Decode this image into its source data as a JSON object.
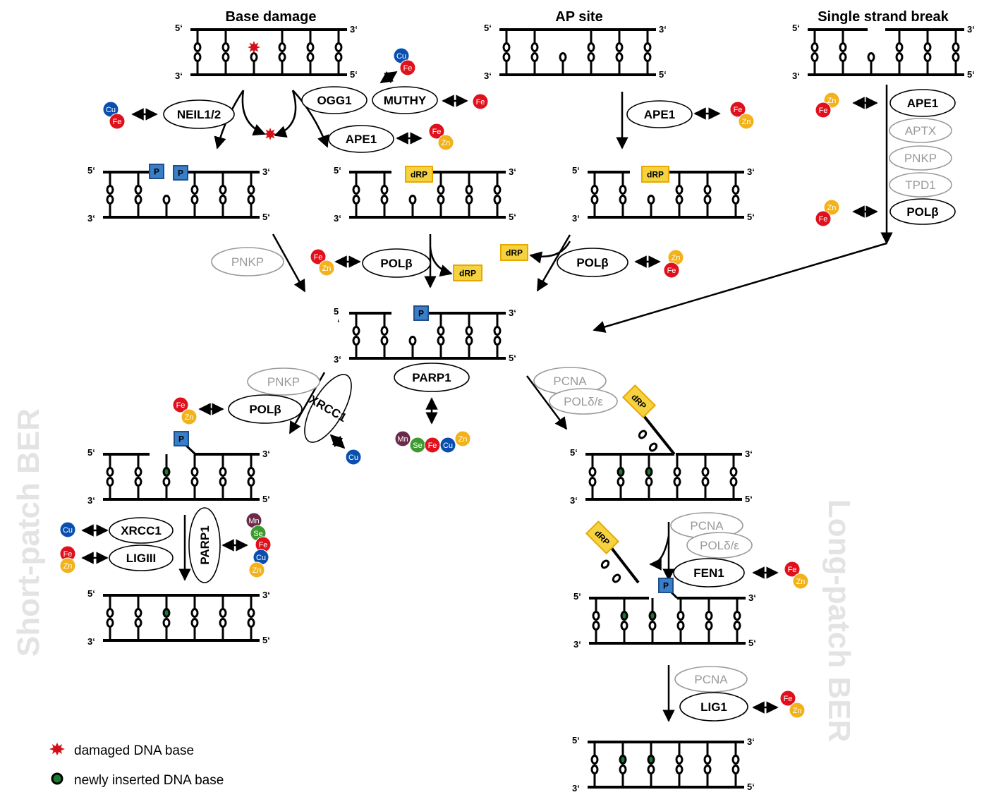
{
  "headers": {
    "base_damage": "Base damage",
    "ap_site": "AP site",
    "single_strand_break": "Single strand break"
  },
  "termini": {
    "five": "5‘",
    "three": "3‘",
    "five_split_top": "5",
    "five_split_bottom": "‘"
  },
  "enzymes": {
    "neil12": "NEIL1/2",
    "ogg1": "OGG1",
    "muthy": "MUTHY",
    "ape1": "APE1",
    "aptx": "APTX",
    "pnkp": "PNKP",
    "tpd1": "TPD1",
    "polb": "POLβ",
    "parp1": "PARP1",
    "xrcc1": "XRCC1",
    "pcna": "PCNA",
    "pold": "POLδ/ε",
    "fen1": "FEN1",
    "ligiii": "LIGIII",
    "lig1": "LIG1"
  },
  "boxes": {
    "phosphate": "P",
    "drp": "dRP"
  },
  "ions": {
    "cu": "Cu",
    "fe": "Fe",
    "zn": "Zn",
    "mn": "Mn",
    "se": "Se"
  },
  "ion_colors": {
    "cu": "#0a4fb0",
    "fe": "#e0101c",
    "zn": "#f2b21b",
    "mn": "#6b2a4a",
    "se": "#3d9a2e"
  },
  "side_labels": {
    "short_patch": "Short-patch BER",
    "long_patch": "Long-patch BER"
  },
  "legend": {
    "damaged": "damaged DNA base",
    "inserted": "newly inserted DNA base"
  }
}
